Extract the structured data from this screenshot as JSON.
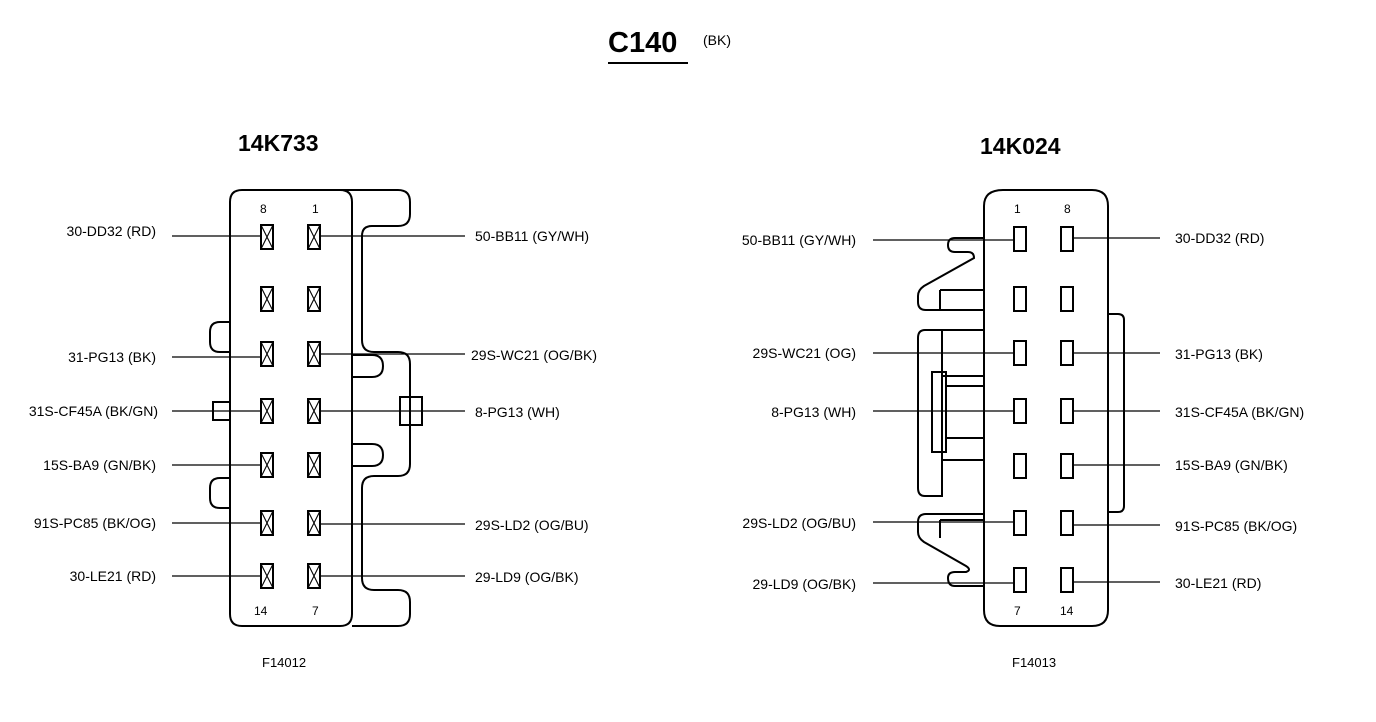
{
  "title": "C140",
  "title_color": "(BK)",
  "connectors": [
    {
      "name": "14K733",
      "figure": "F14012",
      "pin_labels": {
        "top_left": "8",
        "top_right": "1",
        "bottom_left": "14",
        "bottom_right": "7"
      },
      "left_wires": [
        "30-DD32 (RD)",
        "31-PG13 (BK)",
        "31S-CF45A (BK/GN)",
        "15S-BA9 (GN/BK)",
        "91S-PC85 (BK/OG)",
        "30-LE21 (RD)"
      ],
      "right_wires": [
        "50-BB11 (GY/WH)",
        "29S-WC21 (OG/BK)",
        "8-PG13 (WH)",
        "29S-LD2 (OG/BU)",
        "29-LD9 (OG/BK)"
      ]
    },
    {
      "name": "14K024",
      "figure": "F14013",
      "pin_labels": {
        "top_left": "1",
        "top_right": "8",
        "bottom_left": "7",
        "bottom_right": "14"
      },
      "left_wires": [
        "50-BB11 (GY/WH)",
        "29S-WC21 (OG)",
        "8-PG13 (WH)",
        "29S-LD2 (OG/BU)",
        "29-LD9 (OG/BK)"
      ],
      "right_wires": [
        "30-DD32 (RD)",
        "31-PG13 (BK)",
        "31S-CF45A (BK/GN)",
        "15S-BA9 (GN/BK)",
        "91S-PC85 (BK/OG)",
        "30-LE21 (RD)"
      ]
    }
  ]
}
